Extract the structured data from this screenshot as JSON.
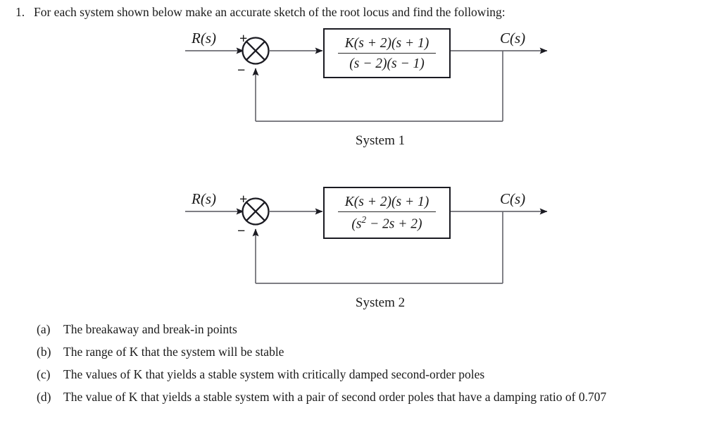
{
  "prompt": {
    "number": "1.",
    "text": "For each system shown below make an accurate sketch of the root locus and find the following:"
  },
  "diagrams": [
    {
      "name": "System 1",
      "input_label": "R(s)",
      "output_label": "C(s)",
      "plus_sign": "+",
      "minus_sign": "−",
      "transfer_function": {
        "numerator": "K(s + 2)(s + 1)",
        "denominator": "(s − 2)(s − 1)",
        "numerator_parts": {
          "gain": "K",
          "zero_1": "(s + 2)",
          "zero_2": "(s + 1)"
        },
        "denominator_parts": {
          "pole_1": "(s − 2)",
          "pole_2": "(s − 1)"
        }
      },
      "caption": "System 1"
    },
    {
      "name": "System 2",
      "input_label": "R(s)",
      "output_label": "C(s)",
      "plus_sign": "+",
      "minus_sign": "−",
      "transfer_function": {
        "numerator": "K(s + 2)(s + 1)",
        "denominator": "(s² − 2s + 2)",
        "numerator_parts": {
          "gain": "K",
          "zero_1": "(s + 2)",
          "zero_2": "(s + 1)"
        },
        "denominator_parts": {
          "open_paren": "(s",
          "exponent": "2",
          "rest": " − 2s + 2)"
        }
      },
      "caption": "System 2"
    }
  ],
  "questions": [
    {
      "marker": "(a)",
      "text": "The breakaway and break-in points"
    },
    {
      "marker": "(b)",
      "text": "The range of K that the system will be stable"
    },
    {
      "marker": "(c)",
      "text": "The values of K that yields a stable system with critically damped second-order poles"
    },
    {
      "marker": "(d)",
      "text": "The value of K that yields a stable system with a pair of second order poles that have a damping ratio of 0.707"
    }
  ],
  "colors": {
    "ink": "#1a1a1a",
    "line": "#6b6b72",
    "block_border": "#1b1b22",
    "background": "#ffffff"
  }
}
